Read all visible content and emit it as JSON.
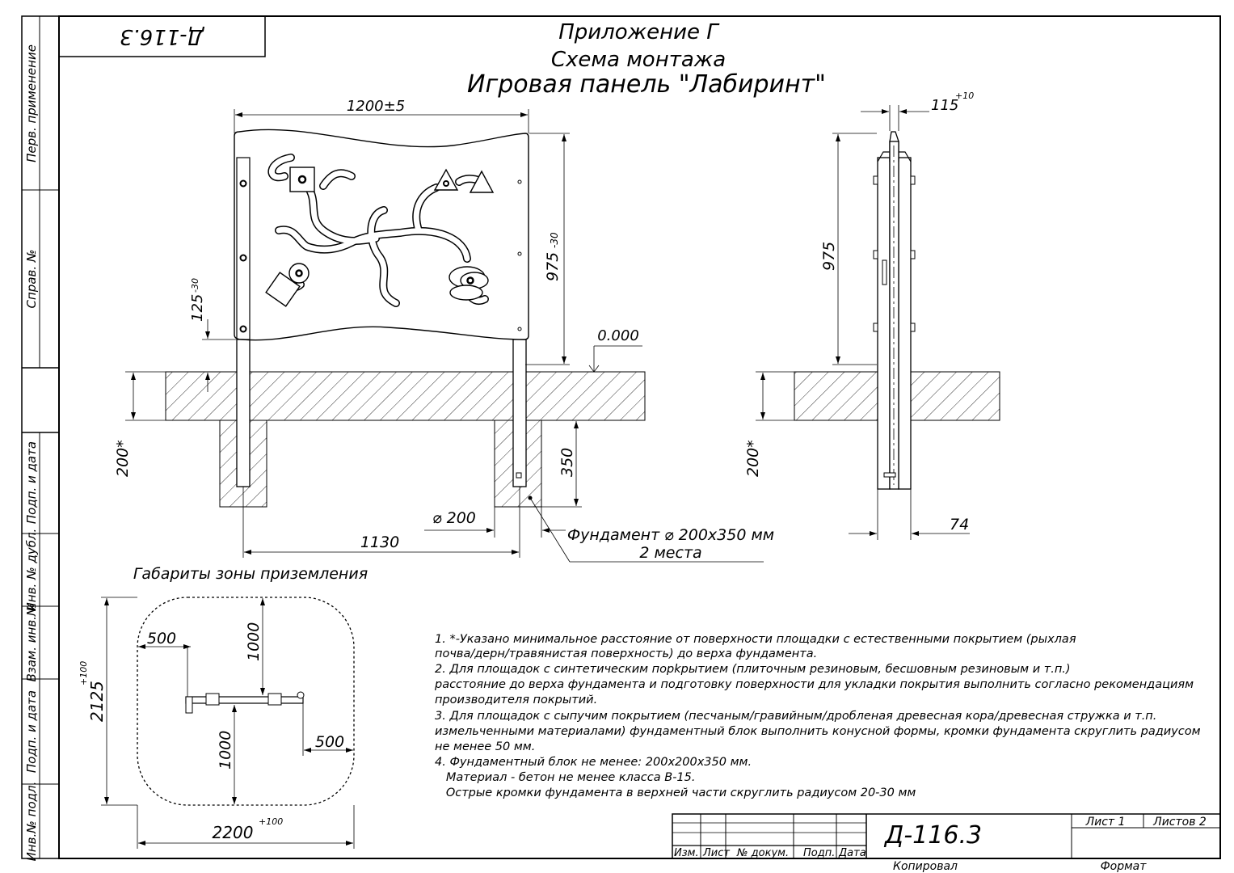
{
  "doc_code": "Д-116.3",
  "doc_code_mirrored": "Д-116.3",
  "title": {
    "line1": "Приложение Г",
    "line2": "Схема монтажа",
    "line3": "Игровая панель \"Лабиринт\""
  },
  "side_stamps": {
    "perv_primenenie": "Перв. применение",
    "sprav_no": "Справ. №",
    "podp_i_data_1": "Подп. и дата",
    "inv_no_dubl": "Инв. № дубл.",
    "vzam_inv_no": "Взам. инв.№",
    "podp_i_data_2": "Подп. и дата",
    "inv_no_podl": "Инв.№ подл."
  },
  "front_view": {
    "width_dim": "1200±5",
    "height_dim": "975",
    "height_tol": "-30",
    "clearance_dim": "125",
    "clearance_tol": "-30",
    "level_mark": "0.000",
    "depth_dim": "200*",
    "found_depth": "350",
    "diameter": "⌀ 200",
    "post_spacing": "1130",
    "foundation_note_1": "Фундамент ⌀ 200х350 мм",
    "foundation_note_2": "2 места"
  },
  "side_view": {
    "thickness_dim": "115",
    "thickness_tol": "+10",
    "height_dim": "975",
    "depth_dim": "200*",
    "post_dim": "74"
  },
  "zone": {
    "title": "Габариты зоны приземления",
    "d500_top": "500",
    "d1000_top": "1000",
    "d1000_bottom": "1000",
    "d500_bottom": "500",
    "height": "2125",
    "height_tol": "+100",
    "width": "2200",
    "width_tol": "+100"
  },
  "notes": [
    "1. *-Указано минимальное расстояние от поверхности площадки с естественными покрытием (рыхлая",
    "почва/дерн/травянистая поверхность) до верха фундамента.",
    "2. Для площадок с синтетическим порkрытием (плиточным резиновым, бесшовным резиновым и т.п.)",
    "расстояние до верха фундамента и подготовку поверхности для укладки покрытия выполнить согласно рекомендациям",
    "производителя покрытий.",
    "3. Для площадок с сыпучим покрытием (песчаным/гравийным/дробленая древесная кора/древесная стружка и т.п.",
    "измельченными материалами) фундаментный блок выполнить конусной формы, кромки фундамента скруглить радиусом",
    "не менее 50 мм.",
    "4. Фундаментный блок не менее: 200х200х350 мм.",
    "   Материал - бетон не менее класса В-15.",
    "   Острые кромки фундамента в верхней части скруглить радиусом 20-30 мм"
  ],
  "stamp": {
    "izm": "Изм.",
    "list": "Лист",
    "no_dokum": "№ докум.",
    "podp": "Подп.",
    "data": "Дата",
    "code": "Д-116.3",
    "list_no": "Лист 1",
    "listov": "Листов 2",
    "kopiroval": "Копировал",
    "format": "Формат"
  }
}
